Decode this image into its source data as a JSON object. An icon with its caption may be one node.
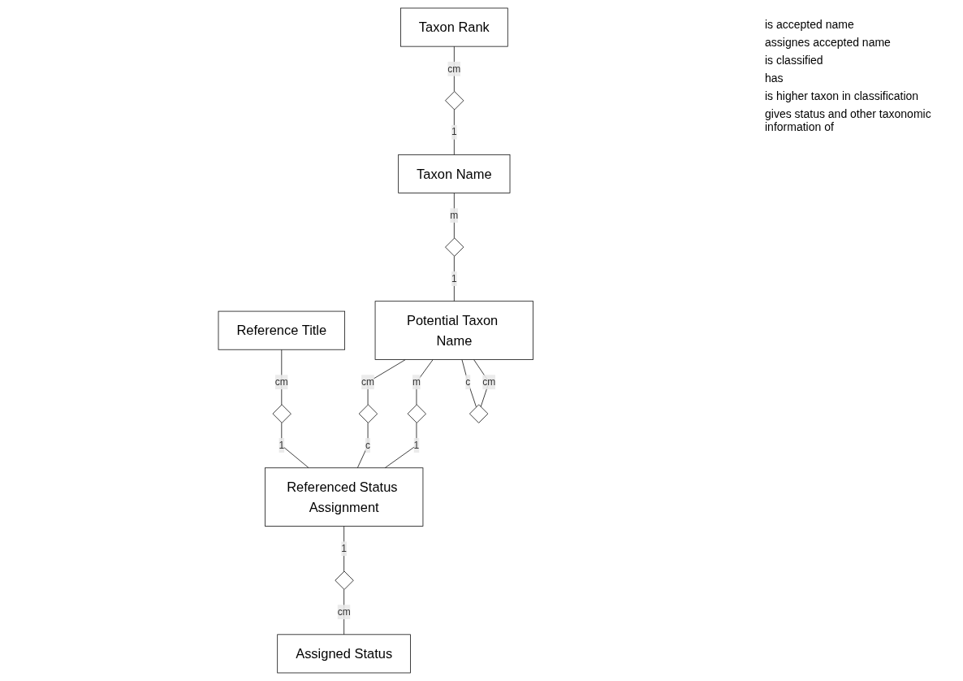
{
  "diagram": {
    "nodes": [
      {
        "text": [
          "Taxon Rank"
        ]
      },
      {
        "text": [
          "Taxon Name"
        ]
      },
      {
        "text": [
          "Reference Title"
        ]
      },
      {
        "text": [
          "Potential Taxon Name"
        ]
      },
      {
        "text": [
          "Referenced Status Assignment"
        ]
      },
      {
        "text": [
          "Assigned Status"
        ]
      },
      {
        "text": [],
        "shape": "diamond"
      },
      {
        "text": [],
        "shape": "diamond"
      },
      {
        "text": [],
        "shape": "diamond"
      },
      {
        "text": [],
        "shape": "diamond"
      },
      {
        "text": [],
        "shape": "diamond"
      },
      {
        "text": [],
        "shape": "diamond"
      },
      {
        "text": [],
        "shape": "diamond"
      }
    ],
    "edges": [
      {
        "from": 0,
        "to": 6,
        "arrow": "none",
        "label": "cm"
      },
      {
        "from": 6,
        "to": 1,
        "arrow": "none",
        "label": "1"
      },
      {
        "from": 1,
        "to": 7,
        "arrow": "none",
        "label": "m"
      },
      {
        "from": 7,
        "to": 3,
        "arrow": "none",
        "label": "1"
      },
      {
        "from": 2,
        "to": 8,
        "arrow": "none",
        "label": "cm"
      },
      {
        "from": 8,
        "to": 4,
        "arrow": "none",
        "label": "1"
      },
      {
        "from": 3,
        "to": 9,
        "arrow": "none",
        "label": "cm"
      },
      {
        "from": 9,
        "to": 4,
        "arrow": "none",
        "label": "c"
      },
      {
        "from": 3,
        "to": 10,
        "arrow": "none",
        "label": "m"
      },
      {
        "from": 10,
        "to": 4,
        "arrow": "none",
        "label": "1"
      },
      {
        "from": 3,
        "to": 11,
        "arrow": "none",
        "label": "c"
      },
      {
        "from": 11,
        "to": 3,
        "arrow": "none",
        "label": "cm"
      },
      {
        "from": 4,
        "to": 12,
        "arrow": "none",
        "label": "1"
      },
      {
        "from": 12,
        "to": 5,
        "arrow": "none",
        "label": "cm"
      }
    ],
    "labels": [
      "is accepted name",
      "assignes accepted name",
      "is classified",
      "has",
      "is higher taxon in classification",
      "gives status and other taxonomic information of"
    ]
  }
}
